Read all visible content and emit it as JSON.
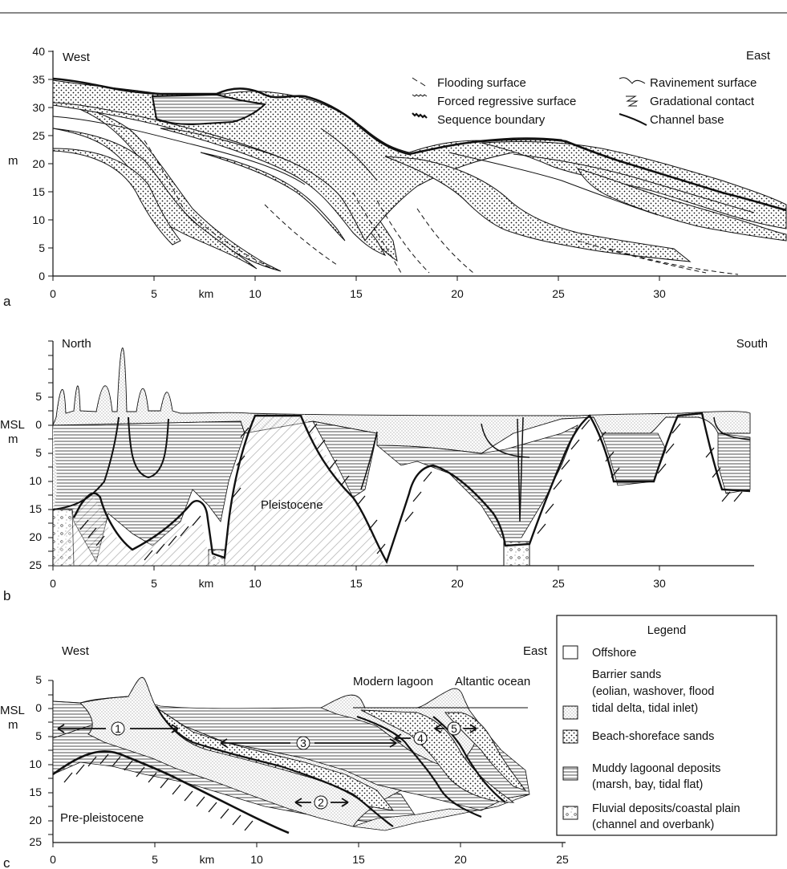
{
  "figure": {
    "panels": [
      {
        "id": "a",
        "left_label": "West",
        "right_label": "East",
        "y_axis_title": "m",
        "y_ticks": [
          "40",
          "35",
          "30",
          "25",
          "20",
          "15",
          "10",
          "5",
          "0"
        ],
        "x_ticks": [
          "0",
          "5",
          "10",
          "15",
          "20",
          "25",
          "30"
        ],
        "x_unit": "km",
        "legend": [
          "Flooding surface",
          "Forced regressive surface",
          "Sequence boundary",
          "Ravinement surface",
          "Gradational contact",
          "Channel base"
        ]
      },
      {
        "id": "b",
        "left_label": "North",
        "right_label": "South",
        "y_axis_title_1": "MSL",
        "y_axis_title_2": "m",
        "y_ticks": [
          "5",
          "0",
          "5",
          "10",
          "15",
          "20",
          "25"
        ],
        "x_ticks": [
          "0",
          "5",
          "10",
          "15",
          "20",
          "25",
          "30"
        ],
        "x_unit": "km",
        "unit_label": "Pleistocene"
      },
      {
        "id": "c",
        "left_label": "West",
        "right_label": "East",
        "y_axis_title_1": "MSL",
        "y_axis_title_2": "m",
        "y_ticks": [
          "5",
          "0",
          "5",
          "10",
          "15",
          "20",
          "25"
        ],
        "x_ticks": [
          "0",
          "5",
          "10",
          "15",
          "20",
          "25"
        ],
        "x_unit": "km",
        "labels": [
          "Modern lagoon",
          "Altantic ocean",
          "Pre-pleistocene"
        ],
        "markers": [
          "1",
          "2",
          "3",
          "4",
          "5"
        ]
      }
    ],
    "legend": {
      "title": "Legend",
      "items": [
        {
          "name": "offshore",
          "lines": [
            "Offshore"
          ]
        },
        {
          "name": "barrier-sands",
          "lines": [
            "Barrier sands",
            "(eolian, washover, flood",
            "tidal delta, tidal inlet)"
          ]
        },
        {
          "name": "beach-shoreface",
          "lines": [
            "Beach-shoreface sands"
          ]
        },
        {
          "name": "muddy-lagoonal",
          "lines": [
            "Muddy lagoonal deposits",
            "(marsh, bay, tidal flat)"
          ]
        },
        {
          "name": "fluvial",
          "lines": [
            "Fluvial deposits/coastal plain",
            "(channel and overbank)"
          ]
        }
      ]
    }
  }
}
